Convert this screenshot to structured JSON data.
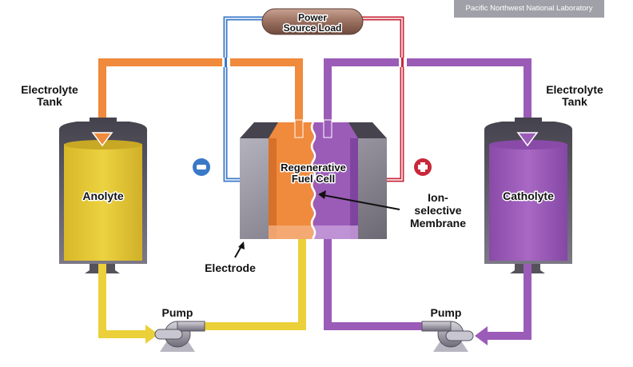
{
  "credit": "Pacific Northwest National Laboratory",
  "power": {
    "line1": "Power",
    "line2": "Source Load"
  },
  "left_tank": {
    "title_line1": "Electrolyte",
    "title_line2": "Tank",
    "contents": "Anolyte"
  },
  "right_tank": {
    "title_line1": "Electrolyte",
    "title_line2": "Tank",
    "contents": "Catholyte"
  },
  "cell": {
    "line1": "Regenerative",
    "line2": "Fuel Cell"
  },
  "membrane": {
    "line1": "Ion-",
    "line2": "selective",
    "line3": "Membrane"
  },
  "electrode": "Electrode",
  "left_pump": "Pump",
  "right_pump": "Pump",
  "terminals": {
    "negative": "minus-terminal",
    "positive": "plus-terminal"
  },
  "colors": {
    "orange": "#f08a3c",
    "yellow": "#ecd03a",
    "purple": "#9b5cb8",
    "blue_wire": "#3a78c8",
    "red_wire": "#c8283a",
    "load": "#9a7060"
  }
}
